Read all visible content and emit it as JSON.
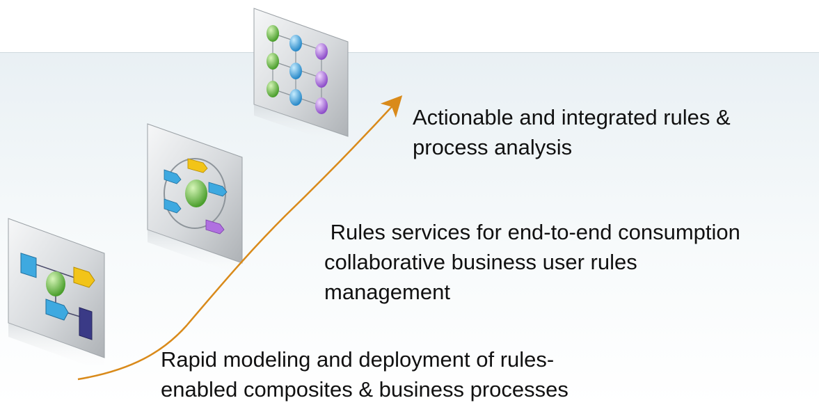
{
  "steps": [
    {
      "line1": "Actionable and integrated rules &",
      "line2": "process analysis",
      "icon": "matrix-icon"
    },
    {
      "line1": " Rules services for end-to-end consumption",
      "line2": "collaborative business user rules",
      "line3": "management",
      "icon": "cycle-icon"
    },
    {
      "line1": "Rapid modeling and deployment of rules-",
      "line2": "enabled composites & business processes",
      "icon": "flowchart-icon"
    }
  ],
  "colors": {
    "arrow": "#d98a1a",
    "green": "#6fc24a",
    "blue": "#3ea9e0",
    "purple": "#b070e0",
    "yellow": "#f2c418",
    "navy": "#3a3a86"
  }
}
